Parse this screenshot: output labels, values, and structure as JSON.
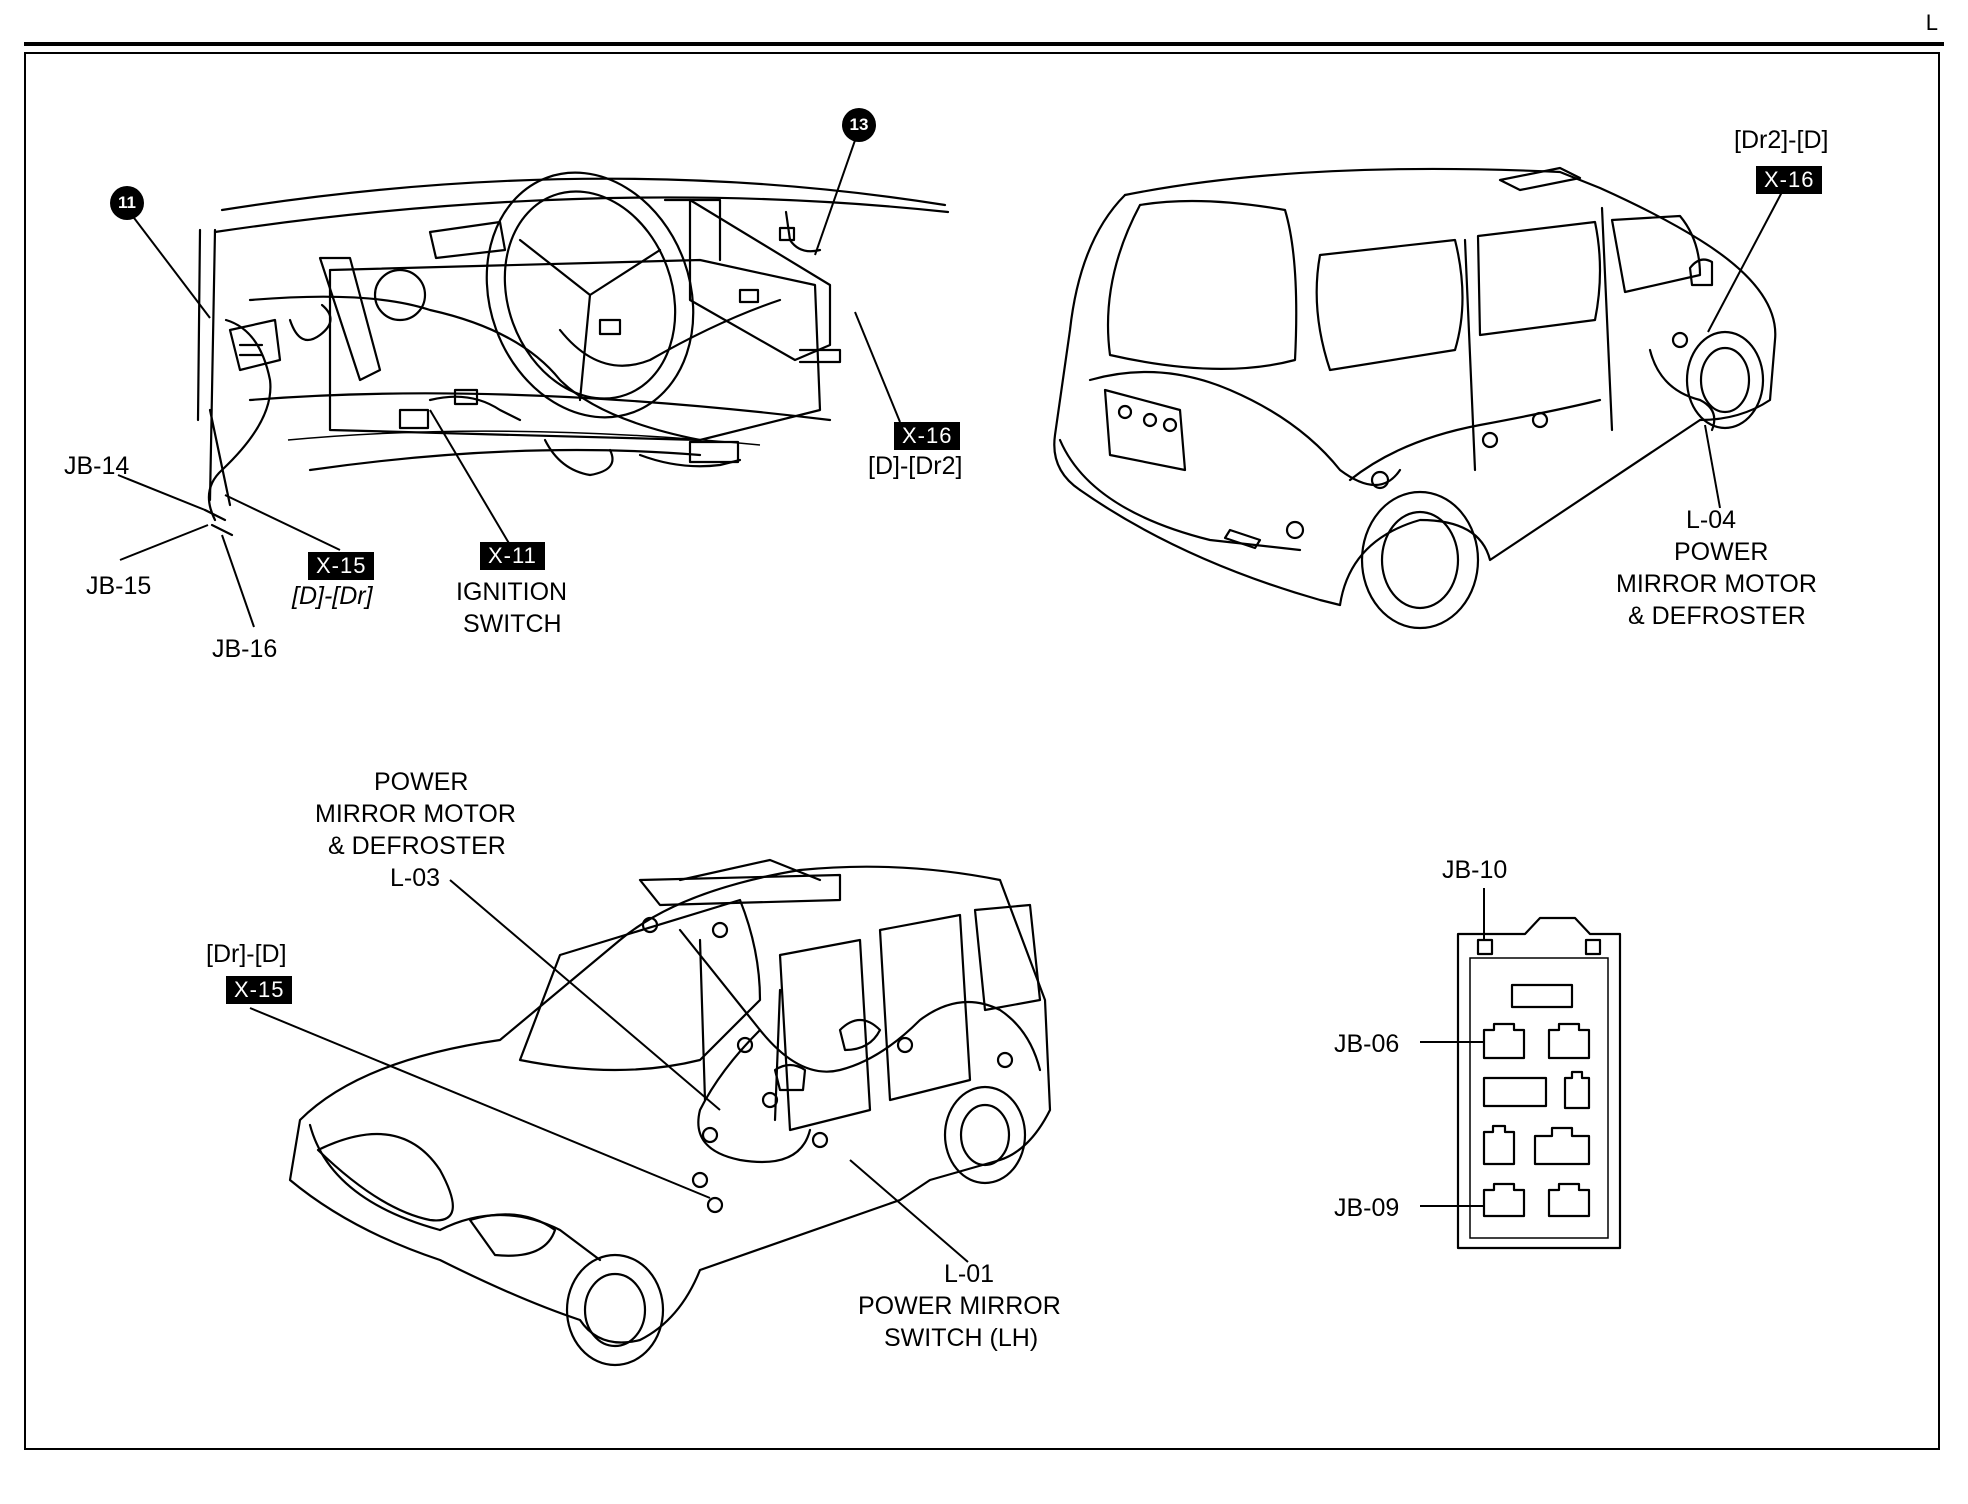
{
  "page": {
    "corner_letter": "L"
  },
  "callouts": {
    "num_11": "11",
    "num_13": "13"
  },
  "dash": {
    "jb14": "JB-14",
    "jb15": "JB-15",
    "jb16": "JB-16",
    "x15_code": "X-15",
    "x15_sub": "[D]-[Dr]",
    "x11_code": "X-11",
    "x11_l1": "IGNITION",
    "x11_l2": "SWITCH",
    "x16_code": "X-16",
    "x16_sub": "[D]-[Dr2]"
  },
  "rear_van": {
    "top_sub": "[Dr2]-[D]",
    "top_code": "X-16",
    "l04_l1": "L-04",
    "l04_l2": "POWER",
    "l04_l3": "MIRROR MOTOR",
    "l04_l4": "& DEFROSTER"
  },
  "front_van": {
    "l03_l1": "POWER",
    "l03_l2": "MIRROR MOTOR",
    "l03_l3": "& DEFROSTER",
    "l03_l4": "L-03",
    "x15_sub": "[Dr]-[D]",
    "x15_code": "X-15",
    "l01_l1": "L-01",
    "l01_l2": "POWER MIRROR",
    "l01_l3": "SWITCH (LH)"
  },
  "junction_box": {
    "jb10": "JB-10",
    "jb06": "JB-06",
    "jb09": "JB-09"
  }
}
